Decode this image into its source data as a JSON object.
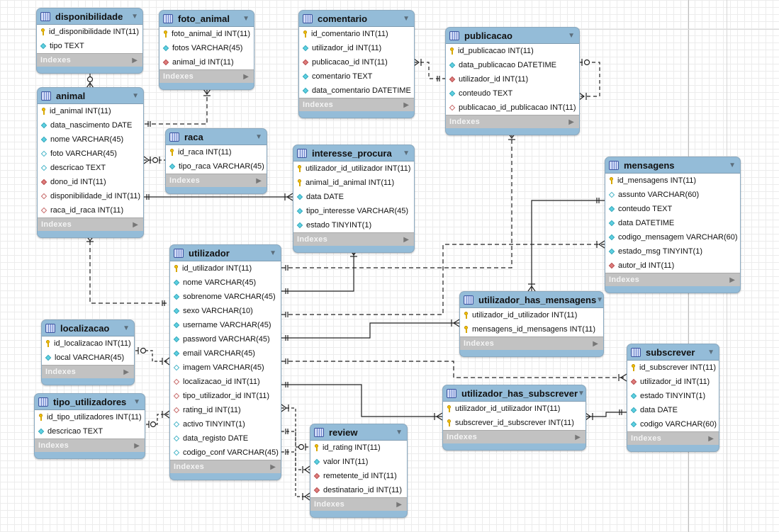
{
  "diagram": {
    "tables": [
      {
        "id": "disponibilidade",
        "name": "disponibilidade",
        "columns": [
          {
            "name": "id_disponibilidade INT(11)",
            "kind": "key"
          },
          {
            "name": "tipo TEXT",
            "kind": "nn"
          }
        ]
      },
      {
        "id": "foto_animal",
        "name": "foto_animal",
        "columns": [
          {
            "name": "foto_animal_id INT(11)",
            "kind": "key"
          },
          {
            "name": "fotos VARCHAR(45)",
            "kind": "nn"
          },
          {
            "name": "animal_id INT(11)",
            "kind": "fk"
          }
        ]
      },
      {
        "id": "comentario",
        "name": "comentario",
        "columns": [
          {
            "name": "id_comentario INT(11)",
            "kind": "key"
          },
          {
            "name": "utilizador_id INT(11)",
            "kind": "nn"
          },
          {
            "name": "publicacao_id INT(11)",
            "kind": "fk"
          },
          {
            "name": "comentario TEXT",
            "kind": "nn"
          },
          {
            "name": "data_comentario DATETIME",
            "kind": "nn"
          }
        ]
      },
      {
        "id": "publicacao",
        "name": "publicacao",
        "columns": [
          {
            "name": "id_publicacao INT(11)",
            "kind": "key"
          },
          {
            "name": "data_publicacao DATETIME",
            "kind": "nn"
          },
          {
            "name": "utilizador_id INT(11)",
            "kind": "fk"
          },
          {
            "name": "conteudo TEXT",
            "kind": "nn"
          },
          {
            "name": "publicacao_id_publicacao INT(11)",
            "kind": "fknull"
          }
        ]
      },
      {
        "id": "animal",
        "name": "animal",
        "columns": [
          {
            "name": "id_animal INT(11)",
            "kind": "key"
          },
          {
            "name": "data_nascimento DATE",
            "kind": "nn"
          },
          {
            "name": "nome VARCHAR(45)",
            "kind": "nn"
          },
          {
            "name": "foto VARCHAR(45)",
            "kind": "null"
          },
          {
            "name": "descricao TEXT",
            "kind": "null"
          },
          {
            "name": "dono_id INT(11)",
            "kind": "fk"
          },
          {
            "name": "disponibilidade_id INT(11)",
            "kind": "fknull"
          },
          {
            "name": "raca_id_raca INT(11)",
            "kind": "fknull"
          }
        ]
      },
      {
        "id": "raca",
        "name": "raca",
        "columns": [
          {
            "name": "id_raca INT(11)",
            "kind": "key"
          },
          {
            "name": "tipo_raca VARCHAR(45)",
            "kind": "nn"
          }
        ]
      },
      {
        "id": "interesse_procura",
        "name": "interesse_procura",
        "columns": [
          {
            "name": "utilizador_id_utilizador INT(11)",
            "kind": "key"
          },
          {
            "name": "animal_id_animal INT(11)",
            "kind": "key"
          },
          {
            "name": "data DATE",
            "kind": "nn"
          },
          {
            "name": "tipo_interesse VARCHAR(45)",
            "kind": "nn"
          },
          {
            "name": "estado TINYINT(1)",
            "kind": "nn"
          }
        ]
      },
      {
        "id": "mensagens",
        "name": "mensagens",
        "columns": [
          {
            "name": "id_mensagens INT(11)",
            "kind": "key"
          },
          {
            "name": "assunto VARCHAR(60)",
            "kind": "null"
          },
          {
            "name": "conteudo TEXT",
            "kind": "nn"
          },
          {
            "name": "data DATETIME",
            "kind": "nn"
          },
          {
            "name": "codigo_mensagem VARCHAR(60)",
            "kind": "nn"
          },
          {
            "name": "estado_msg TINYINT(1)",
            "kind": "nn"
          },
          {
            "name": "autor_id INT(11)",
            "kind": "fk"
          }
        ]
      },
      {
        "id": "utilizador",
        "name": "utilizador",
        "columns": [
          {
            "name": "id_utilizador INT(11)",
            "kind": "key"
          },
          {
            "name": "nome VARCHAR(45)",
            "kind": "nn"
          },
          {
            "name": "sobrenome VARCHAR(45)",
            "kind": "nn"
          },
          {
            "name": "sexo VARCHAR(10)",
            "kind": "nn"
          },
          {
            "name": "username VARCHAR(45)",
            "kind": "nn"
          },
          {
            "name": "password VARCHAR(45)",
            "kind": "nn"
          },
          {
            "name": "email VARCHAR(45)",
            "kind": "nn"
          },
          {
            "name": "imagem VARCHAR(45)",
            "kind": "null"
          },
          {
            "name": "localizacao_id INT(11)",
            "kind": "fknull"
          },
          {
            "name": "tipo_utilizador_id INT(11)",
            "kind": "fknull"
          },
          {
            "name": "rating_id INT(11)",
            "kind": "fknull"
          },
          {
            "name": "activo TINYINT(1)",
            "kind": "null"
          },
          {
            "name": "data_registo DATE",
            "kind": "null"
          },
          {
            "name": "codigo_conf VARCHAR(45)",
            "kind": "null"
          }
        ]
      },
      {
        "id": "utilizador_has_mensagens",
        "name": "utilizador_has_mensagens",
        "columns": [
          {
            "name": "utilizador_id_utilizador INT(11)",
            "kind": "key"
          },
          {
            "name": "mensagens_id_mensagens INT(11)",
            "kind": "key"
          }
        ]
      },
      {
        "id": "localizacao",
        "name": "localizacao",
        "columns": [
          {
            "name": "id_localizacao INT(11)",
            "kind": "key"
          },
          {
            "name": "local VARCHAR(45)",
            "kind": "nn"
          }
        ]
      },
      {
        "id": "subscrever",
        "name": "subscrever",
        "columns": [
          {
            "name": "id_subscrever INT(11)",
            "kind": "key"
          },
          {
            "name": "utilizador_id INT(11)",
            "kind": "fk"
          },
          {
            "name": "estado TINYINT(1)",
            "kind": "nn"
          },
          {
            "name": "data DATE",
            "kind": "nn"
          },
          {
            "name": "codigo VARCHAR(60)",
            "kind": "nn"
          }
        ]
      },
      {
        "id": "tipo_utilizadores",
        "name": "tipo_utilizadores",
        "columns": [
          {
            "name": "id_tipo_utilizadores INT(11)",
            "kind": "key"
          },
          {
            "name": "descricao TEXT",
            "kind": "nn"
          }
        ]
      },
      {
        "id": "utilizador_has_subscrever",
        "name": "utilizador_has_subscrever",
        "columns": [
          {
            "name": "utilizador_id_utilizador INT(11)",
            "kind": "key"
          },
          {
            "name": "subscrever_id_subscrever INT(11)",
            "kind": "key"
          }
        ]
      },
      {
        "id": "review",
        "name": "review",
        "columns": [
          {
            "name": "id_rating INT(11)",
            "kind": "key"
          },
          {
            "name": "valor INT(11)",
            "kind": "nn"
          },
          {
            "name": "remetente_id INT(11)",
            "kind": "fk"
          },
          {
            "name": "destinatario_id INT(11)",
            "kind": "fk"
          }
        ]
      }
    ],
    "indexes_label": "Indexes",
    "menu_glyph": "▼",
    "indexes_glyph": "▶",
    "relationships": [
      {
        "from": "disponibilidade",
        "to": "animal",
        "style": "dashed",
        "ends": "one-to-zero-or-many"
      },
      {
        "from": "animal",
        "to": "foto_animal",
        "style": "dashed",
        "ends": "one-to-many"
      },
      {
        "from": "raca",
        "to": "animal",
        "style": "dashed",
        "ends": "zero-or-one-to-many"
      },
      {
        "from": "animal",
        "to": "interesse_procura",
        "style": "solid",
        "ends": "one-to-many"
      },
      {
        "from": "animal",
        "to": "utilizador",
        "style": "dashed",
        "ends": "many-to-one"
      },
      {
        "from": "publicacao",
        "to": "comentario",
        "style": "dashed",
        "ends": "one-to-many"
      },
      {
        "from": "publicacao",
        "to": "publicacao",
        "style": "dashed",
        "ends": "zero-or-one-to-many"
      },
      {
        "from": "utilizador",
        "to": "publicacao",
        "style": "dashed",
        "ends": "one-to-many"
      },
      {
        "from": "utilizador",
        "to": "interesse_procura",
        "style": "solid",
        "ends": "one-to-many"
      },
      {
        "from": "utilizador",
        "to": "mensagens",
        "style": "dashed",
        "ends": "one-to-many"
      },
      {
        "from": "utilizador",
        "to": "utilizador_has_mensagens",
        "style": "solid",
        "ends": "one-to-many"
      },
      {
        "from": "mensagens",
        "to": "utilizador_has_mensagens",
        "style": "solid",
        "ends": "one-to-many"
      },
      {
        "from": "localizacao",
        "to": "utilizador",
        "style": "dashed",
        "ends": "zero-or-one-to-many"
      },
      {
        "from": "tipo_utilizadores",
        "to": "utilizador",
        "style": "dashed",
        "ends": "zero-or-one-to-many"
      },
      {
        "from": "utilizador",
        "to": "subscrever",
        "style": "dashed",
        "ends": "one-to-many"
      },
      {
        "from": "utilizador",
        "to": "utilizador_has_subscrever",
        "style": "solid",
        "ends": "one-to-many"
      },
      {
        "from": "subscrever",
        "to": "utilizador_has_subscrever",
        "style": "solid",
        "ends": "one-to-many"
      },
      {
        "from": "review",
        "to": "utilizador",
        "style": "dashed",
        "ends": "zero-or-one-to-many"
      },
      {
        "from": "utilizador",
        "to": "review",
        "style": "dashed",
        "ends": "one-to-many"
      }
    ]
  }
}
